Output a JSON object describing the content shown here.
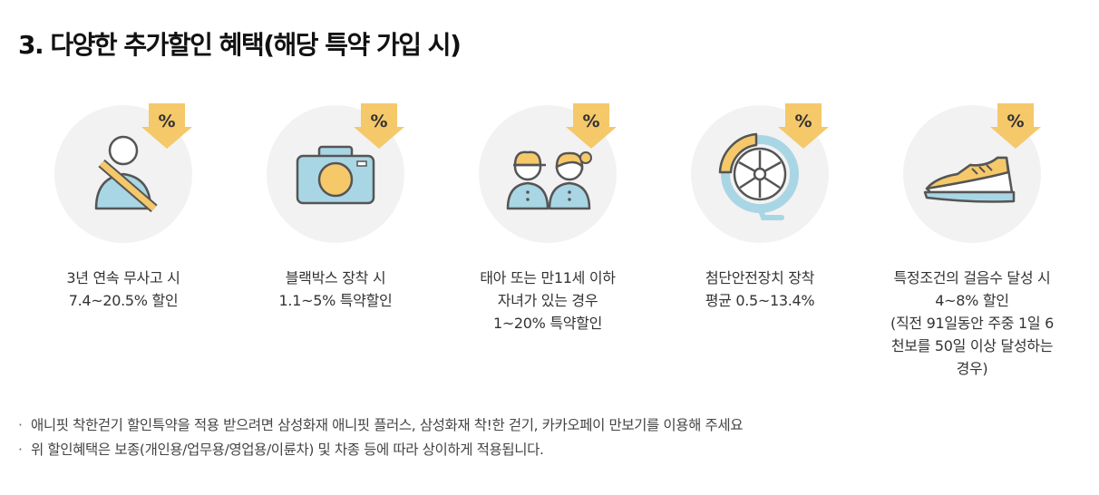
{
  "title": "3. 다양한 추가할인 혜택(해당 특약 가입 시)",
  "discount_badge": "%",
  "benefits": [
    {
      "icon": "seatbelt-icon",
      "lines": [
        "3년 연속 무사고 시",
        "7.4~20.5% 할인"
      ]
    },
    {
      "icon": "camera-icon",
      "lines": [
        "블랙박스 장착 시",
        "1.1~5% 특약할인"
      ]
    },
    {
      "icon": "children-icon",
      "lines": [
        "태아 또는 만11세 이하",
        "자녀가 있는 경우",
        "1~20% 특약할인"
      ]
    },
    {
      "icon": "wheel-icon",
      "lines": [
        "첨단안전장치 장착",
        "평균 0.5~13.4%"
      ]
    },
    {
      "icon": "sneaker-icon",
      "lines": [
        "특정조건의 걸음수 달성 시",
        "4~8% 할인",
        "(직전 91일동안 주중 1일 6",
        "천보를 50일 이상 달성하는",
        "경우)"
      ]
    }
  ],
  "notes": [
    "애니핏 착한걷기 할인특약을 적용 받으려면 삼성화재 애니핏 플러스, 삼성화재 착!한 걷기, 카카오페이 만보기를 이용해 주세요",
    "위 할인혜택은 보종(개인용/업무용/영업용/이륜차) 및 차종 등에 따라 상이하게 적용됩니다."
  ],
  "note_bullet": "·",
  "colors": {
    "circle_bg": "#f2f2f2",
    "light_blue": "#a9d6e5",
    "yellow": "#f5c86a",
    "outline": "#555555"
  }
}
